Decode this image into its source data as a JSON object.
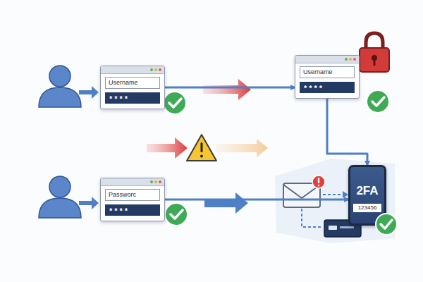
{
  "diagram": {
    "nodes": [
      {
        "text": [
          "Username",
          "****"
        ]
      },
      {
        "text": [
          "Username",
          "****"
        ]
      },
      {
        "text": [
          "Passworc",
          "****"
        ]
      },
      {
        "text": [
          "2FA",
          "123456"
        ]
      }
    ],
    "edges": [
      {
        "from": 0,
        "to": 1,
        "arrow": "to"
      },
      {
        "from": 1,
        "to": 3,
        "arrow": "to"
      },
      {
        "from": 2,
        "to": 3,
        "arrow": "to"
      }
    ]
  }
}
